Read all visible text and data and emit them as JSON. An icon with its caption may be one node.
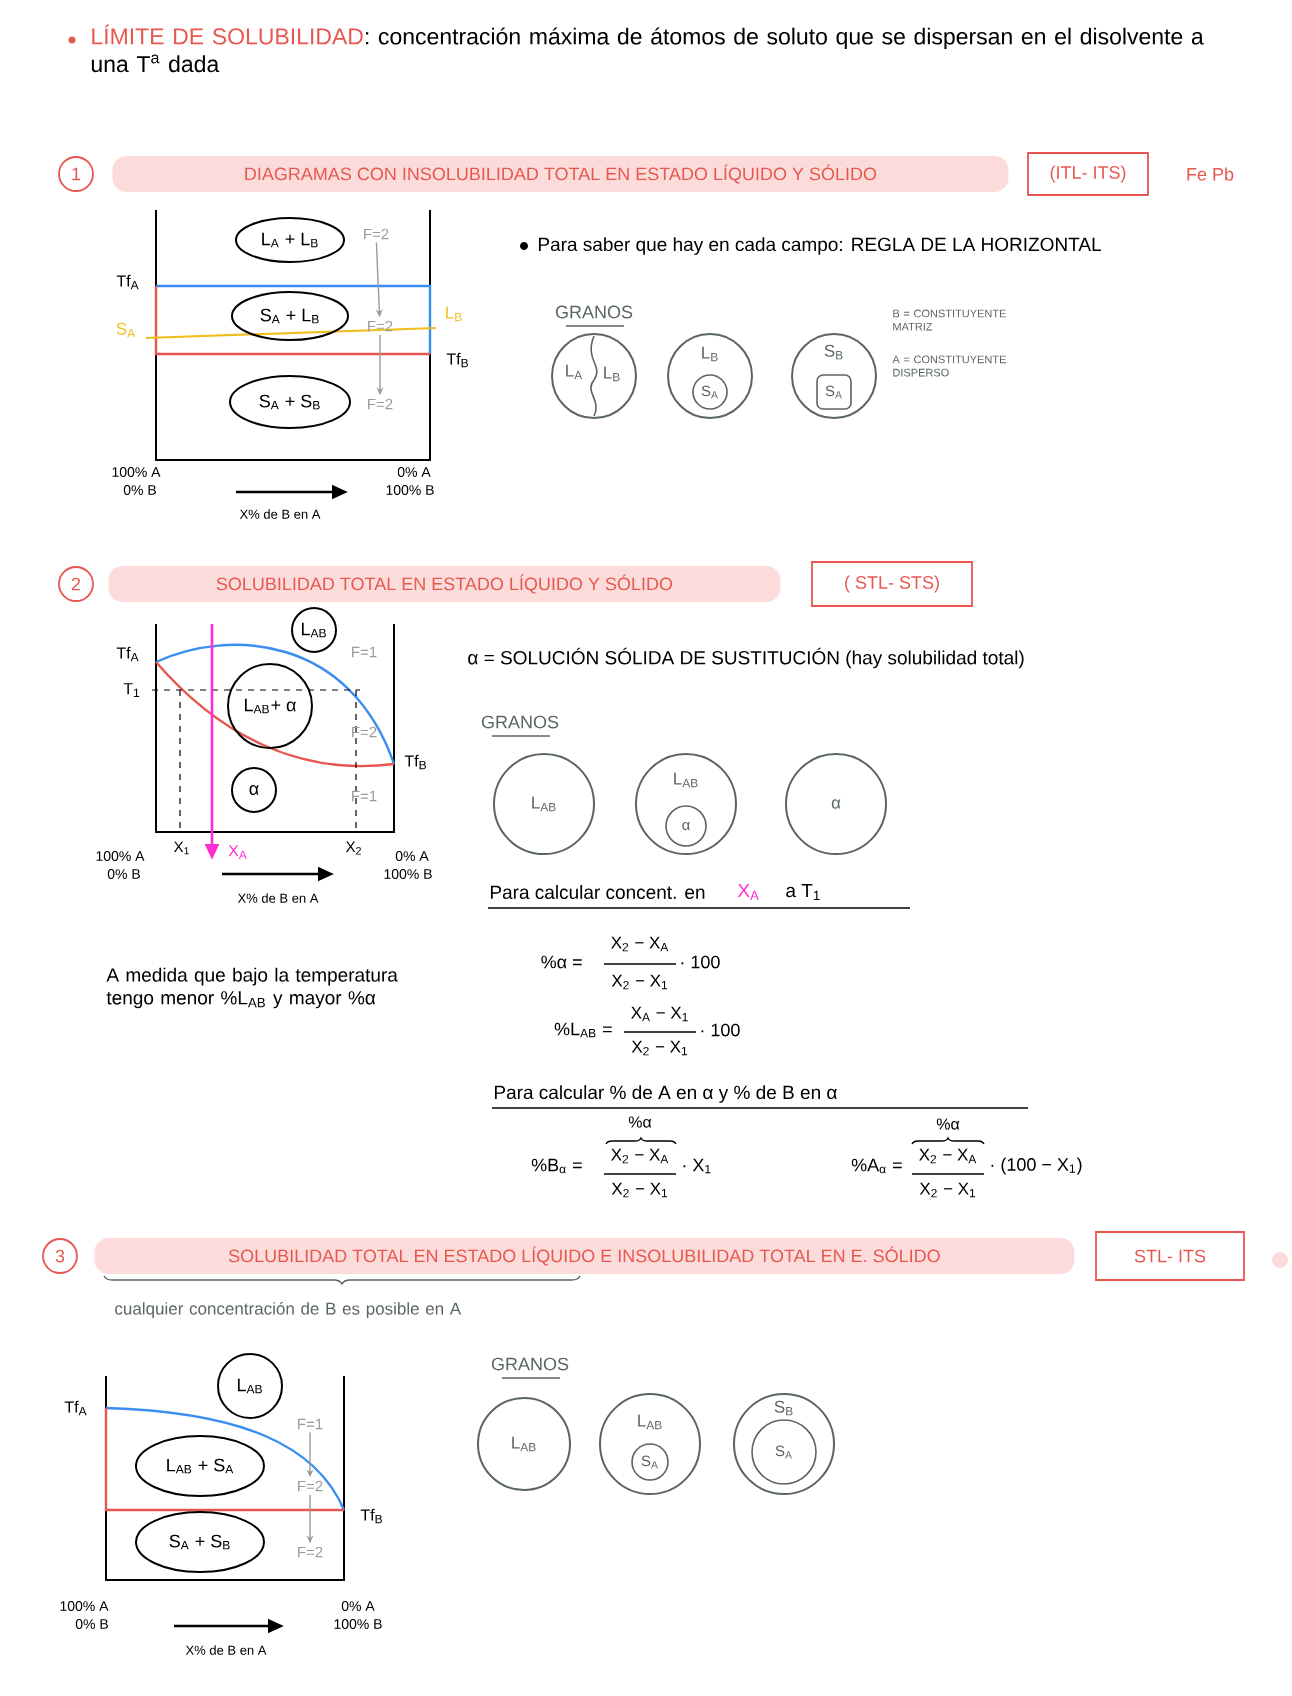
{
  "diagram": {
    "nodes": [
      {
        "text": [
          "1"
        ]
      },
      {
        "text": [
          "DIAGRAMAS CON INSOLUBILIDAD TOTAL EN ESTADO LÍQUIDO Y SÓLIDO"
        ]
      },
      {
        "text": [
          "(ITL- ITS)"
        ]
      },
      {
        "text": [
          "L$_{A}$ + L$_{B}$"
        ]
      },
      {
        "text": [
          "F=2"
        ]
      },
      {
        "text": [
          "S$_{A}$ + L$_{B}$"
        ]
      },
      {
        "text": [
          "F=2"
        ]
      },
      {
        "text": [
          "S$_{A}$ + S$_{B}$"
        ]
      },
      {
        "text": [
          "F=2"
        ]
      },
      {
        "text": [
          "L$_{A}$",
          "L$_{B}$"
        ]
      },
      {
        "text": [
          "L$_{B}$"
        ]
      },
      {
        "text": [
          "S$_{A}$"
        ],
        "in": 10
      },
      {
        "text": [
          "S$_{B}$"
        ]
      },
      {
        "text": [
          "S$_{A}$"
        ],
        "in": 12
      },
      {
        "text": [
          "2"
        ]
      },
      {
        "text": [
          "SOLUBILIDAD TOTAL EN ESTADO LÍQUIDO Y SÓLIDO"
        ]
      },
      {
        "text": [
          "( STL- STS)"
        ]
      },
      {
        "text": [
          "L$_{AB}$"
        ]
      },
      {
        "text": [
          "L$_{AB}$+ α"
        ]
      },
      {
        "text": [
          "α"
        ]
      },
      {
        "text": [
          "L$_{AB}$"
        ]
      },
      {
        "text": [
          "L$_{AB}$"
        ]
      },
      {
        "text": [
          "α"
        ],
        "in": 21
      },
      {
        "text": [
          "α"
        ]
      },
      {
        "text": [
          "3"
        ]
      },
      {
        "text": [
          "SOLUBILIDAD TOTAL EN ESTADO LÍQUIDO E INSOLUBILIDAD TOTAL EN E. SÓLIDO"
        ]
      },
      {
        "text": [
          "STL- ITS"
        ]
      },
      {
        "text": [
          "L$_{AB}$"
        ]
      },
      {
        "text": [
          "F=1"
        ]
      },
      {
        "text": [
          "L$_{AB}$ + S$_{A}$"
        ]
      },
      {
        "text": [
          "F=2"
        ]
      },
      {
        "text": [
          "S$_{A}$ + S$_{B}$"
        ]
      },
      {
        "text": [
          "F=2"
        ]
      },
      {
        "text": [
          "L$_{AB}$"
        ]
      },
      {
        "text": [
          "L$_{AB}$"
        ]
      },
      {
        "text": [
          "S$_{A}$"
        ],
        "in": 34
      },
      {
        "text": [
          "S$_{B}$"
        ]
      },
      {
        "text": [
          "S$_{A}$"
        ],
        "in": 36
      }
    ],
    "edges": [
      {
        "from": 4,
        "to": 6,
        "arrow": "to"
      },
      {
        "from": 6,
        "to": 8,
        "arrow": "to"
      },
      {
        "from": 28,
        "to": 30,
        "arrow": "to"
      },
      {
        "from": 30,
        "to": 32,
        "arrow": "to"
      }
    ],
    "labels": [
      "LÍMITE DE SOLUBILIDAD",
      ": concentración máxima de átomos de soluto que se dispersan en el disolvente a una T$^{a}$ dada",
      "Fe Pb",
      "Tf$_{A}$",
      "S$_{A}$",
      "L$_{B}$",
      "Tf$_{B}$",
      "100% A",
      "0% B",
      "0% A",
      "100% B",
      "X% de B en A",
      "Para saber que hay en cada campo: REGLA DE LA HORIZONTAL",
      "GRANOS",
      "B = CONSTITUYENTE MATRIZ",
      "A = CONSTITUYENTE DISPERSO",
      "Tf$_{A}$",
      "T$_{1}$",
      "F=1",
      "F=2",
      "F=1",
      "Tf$_{B}$",
      "X$_{1}$",
      "X$_{A}$",
      "X$_{2}$",
      "100% A",
      "0% B",
      "0% A",
      "100% B",
      "X% de B en A",
      "α = SOLUCIÓN SÓLIDA DE SUSTITUCIÓN (hay solubilidad total)",
      "GRANOS",
      "Para calcular concent. en",
      "X$_{A}$",
      "a T$_{1}$",
      "A medida que bajo la temperatura tengo menor %L$_{AB}$ y mayor %α",
      "%α =",
      "X$_{2}$ − X$_{A}$",
      "X$_{2}$ − X$_{1}$",
      "· 100",
      "%L$_{AB}$ =",
      "X$_{A}$ − X$_{1}$",
      "X$_{2}$ − X$_{1}$",
      "· 100",
      "Para calcular % de A en α y % de B en α",
      "%α",
      "%B$_{α}$ =",
      "X$_{2}$ − X$_{A}$",
      "X$_{2}$ − X$_{1}$",
      "· X$_{1}$",
      "%α",
      "%A$_{α}$ =",
      "X$_{2}$ − X$_{A}$",
      "X$_{2}$ − X$_{1}$",
      "· (100 − X$_{1}$)",
      "cualquier concentración de B es posible en A",
      "Tf$_{A}$",
      "Tf$_{B}$",
      "100% A",
      "0% B",
      "0% A",
      "100% B",
      "X% de B en A",
      "GRANOS"
    ]
  }
}
